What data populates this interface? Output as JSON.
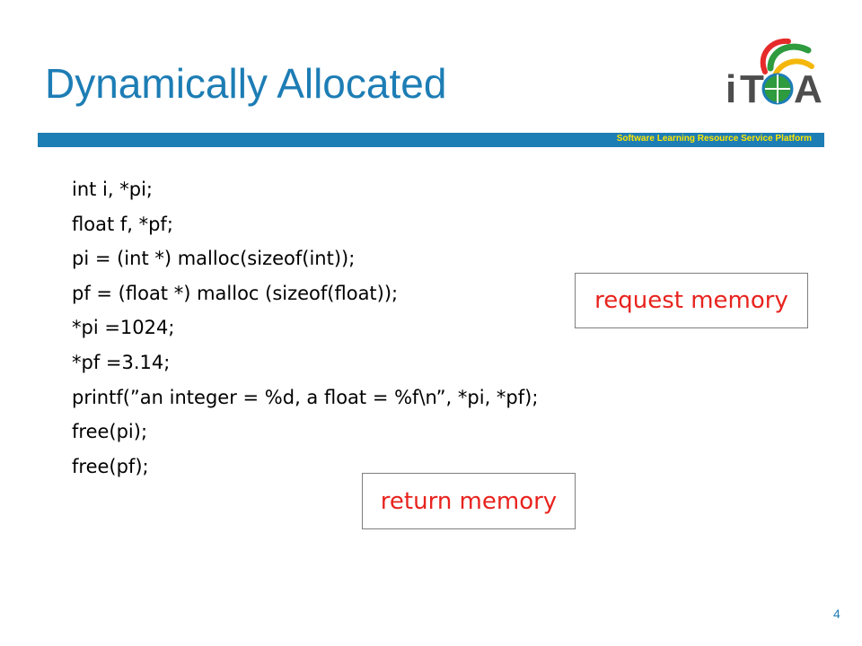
{
  "slide": {
    "title": "Dynamically Allocated",
    "banner_text": "Software Learning Resource Service Platform",
    "page_number": "4"
  },
  "logo": {
    "text_i": "i",
    "text_t": "T",
    "text_a": "A",
    "colors": {
      "text": "#4d4d4d",
      "green": "#2e9b3e",
      "red": "#e62a2a",
      "yellow": "#f4b70a",
      "blue": "#1d7db5"
    }
  },
  "code": {
    "lines": [
      "int i, *pi;",
      "float f, *pf;",
      "pi = (int *) malloc(sizeof(int));",
      "pf = (float *) malloc (sizeof(float));",
      "*pi =1024;",
      "*pf =3.14;",
      "printf(”an integer = %d, a float = %f\\n”, *pi, *pf);",
      "free(pi);",
      "free(pf);"
    ]
  },
  "notes": {
    "request": "request memory",
    "return": "return memory"
  },
  "colors": {
    "title": "#1d7db5",
    "banner": "#1d7db5",
    "banner_text": "#ffe600",
    "note_text": "#e8231e"
  }
}
